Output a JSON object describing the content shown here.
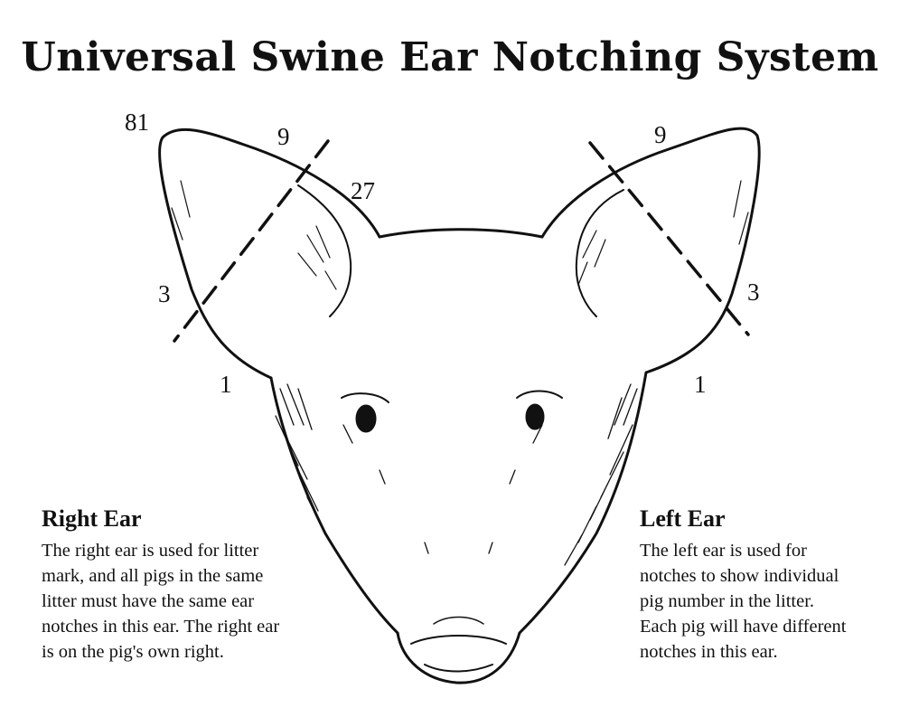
{
  "title": "Universal Swine Ear Notching System",
  "right_ear": {
    "labels": {
      "v81": "81",
      "v9": "9",
      "v27": "27",
      "v3": "3",
      "v1": "1"
    },
    "heading": "Right Ear",
    "lines": [
      "The right ear is used for litter",
      "mark, and all pigs in the same",
      "litter must have the same ear",
      "notches in this ear.  The right ear",
      "is on the pig's own right."
    ]
  },
  "left_ear": {
    "labels": {
      "v9": "9",
      "v3": "3",
      "v1": "1"
    },
    "heading": "Left Ear",
    "lines": [
      "The left ear is used for",
      "notches to show individual",
      "pig number in the litter.",
      "Each pig will have different",
      "notches in this ear."
    ]
  }
}
